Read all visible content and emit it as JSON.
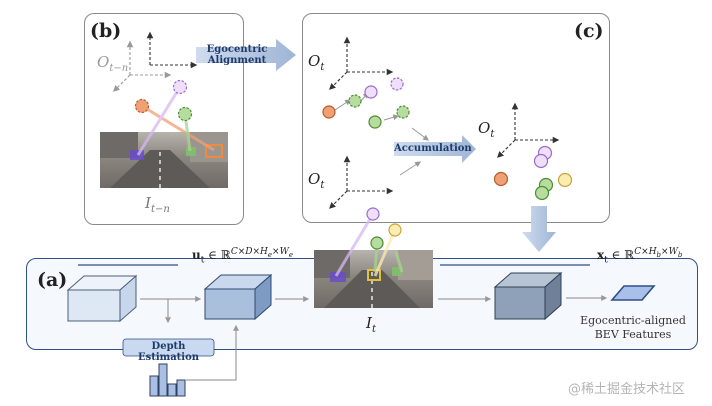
{
  "panels": {
    "a": {
      "tag": "(a)"
    },
    "b": {
      "tag": "(b)",
      "frame_symbol": "O",
      "frame_sub": "t−n",
      "image_label": "I",
      "image_sub": "t−n"
    },
    "c": {
      "tag": "(c)",
      "frame_symbol": "O",
      "frame_sub": "t"
    }
  },
  "arrows": {
    "egocentric_alignment": [
      "Egocentric",
      "Alignment"
    ],
    "accumulation": "Accumulation"
  },
  "pipeline": {
    "depth_estimation": "Depth Estimation",
    "image_label": "I",
    "image_sub": "t",
    "u_formula": {
      "var": "u",
      "sub": "t",
      "in": " ∈ ℝ",
      "sup": "C×D×H",
      "sup_sub1": "e",
      "sup_mid": "×W",
      "sup_sub2": "e"
    },
    "x_formula": {
      "var": "x",
      "sub": "t",
      "in": " ∈ ℝ",
      "sup": "C×H",
      "sup_sub1": "b",
      "sup_mid": "×W",
      "sup_sub2": "b"
    },
    "output_caption": [
      "Egocentric-aligned",
      "BEV Features"
    ]
  },
  "watermark": "@稀土掘金技术社区",
  "colors": {
    "orange": "#f0a075",
    "green": "#a8d48f",
    "purple": "#e6d2f5",
    "yellow": "#fcecb0",
    "cube_light": "#dde8f4",
    "cube_mid": "#a9c0dc",
    "cube_dark": "#8ea1b8",
    "accent": "#2f4f87"
  }
}
